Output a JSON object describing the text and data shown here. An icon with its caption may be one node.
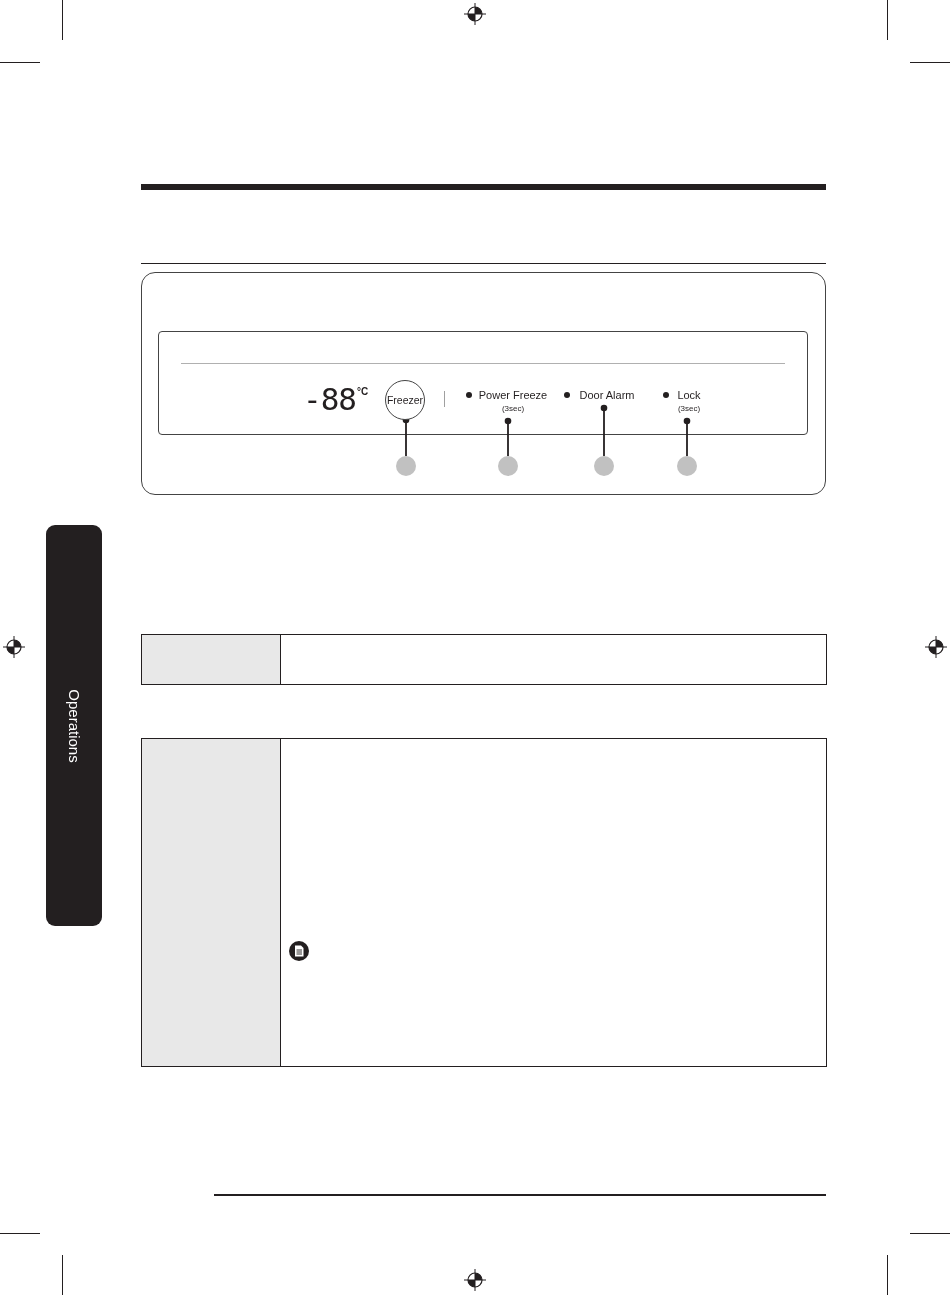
{
  "diagram": {
    "nodes": [
      {
        "text": [
          "Freezer"
        ]
      },
      {
        "text": [
          "Power Freeze",
          "(3sec)"
        ]
      },
      {
        "text": [
          "Door Alarm"
        ]
      },
      {
        "text": [
          "Lock",
          "(3sec)"
        ]
      },
      {
        "text": [],
        "shape": "circle"
      },
      {
        "text": [],
        "shape": "circle"
      },
      {
        "text": [],
        "shape": "circle"
      },
      {
        "text": [],
        "shape": "circle"
      }
    ],
    "edges": [
      {
        "from": 4,
        "to": 0,
        "arrow": "other"
      },
      {
        "from": 5,
        "to": 1,
        "arrow": "other"
      },
      {
        "from": 6,
        "to": 2,
        "arrow": "other"
      },
      {
        "from": 7,
        "to": 3,
        "arrow": "other"
      }
    ],
    "labels": [
      "-88",
      "°C",
      "Operations"
    ]
  }
}
